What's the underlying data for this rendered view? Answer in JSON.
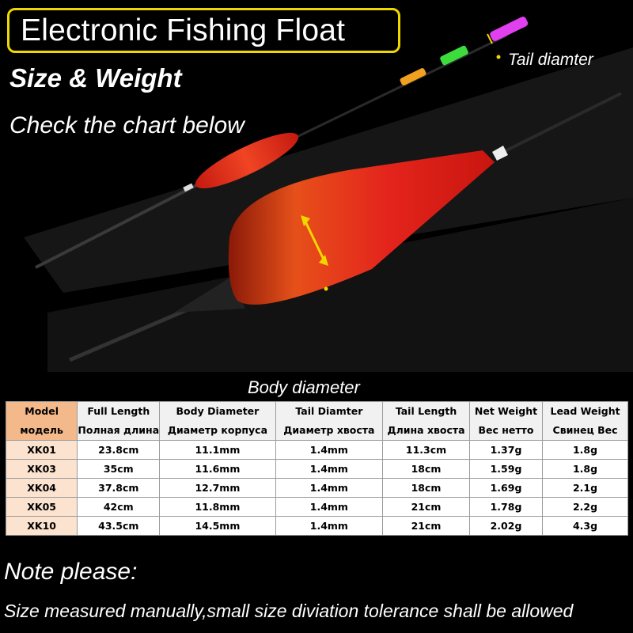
{
  "header": {
    "title": "Electronic Fishing Float",
    "subtitle": "Size & Weight",
    "instruction": "Check the chart below"
  },
  "labels": {
    "tail_diameter": "Tail diamter",
    "body_diameter": "Body diameter"
  },
  "colors": {
    "title_border": "#f1d700",
    "float_body": "#e2201a",
    "tip_magenta": "#e040f0",
    "tip_green": "#3ddc3d",
    "tip_orange": "#f2a020",
    "model_header_bg": "#f4b98a",
    "model_cell_bg": "#fbe3cf"
  },
  "table": {
    "headers": [
      {
        "en": "Model",
        "ru": "модель"
      },
      {
        "en": "Full Length",
        "ru": "Полная длина"
      },
      {
        "en": "Body Diameter",
        "ru": "Диаметр корпуса"
      },
      {
        "en": "Tail Diamter",
        "ru": "Диаметр хвоста"
      },
      {
        "en": "Tail Length",
        "ru": "Длина хвоста"
      },
      {
        "en": "Net Weight",
        "ru": "Вес нетто"
      },
      {
        "en": "Lead Weight",
        "ru": "Свинец Вес"
      }
    ],
    "rows": [
      [
        "XK01",
        "23.8cm",
        "11.1mm",
        "1.4mm",
        "11.3cm",
        "1.37g",
        "1.8g"
      ],
      [
        "XK03",
        "35cm",
        "11.6mm",
        "1.4mm",
        "18cm",
        "1.59g",
        "1.8g"
      ],
      [
        "XK04",
        "37.8cm",
        "12.7mm",
        "1.4mm",
        "18cm",
        "1.69g",
        "2.1g"
      ],
      [
        "XK05",
        "42cm",
        "11.8mm",
        "1.4mm",
        "21cm",
        "1.78g",
        "2.2g"
      ],
      [
        "XK10",
        "43.5cm",
        "14.5mm",
        "1.4mm",
        "21cm",
        "2.02g",
        "4.3g"
      ]
    ]
  },
  "note": {
    "title": "Note please:",
    "text": "Size measured manually,small size diviation tolerance shall be allowed"
  }
}
